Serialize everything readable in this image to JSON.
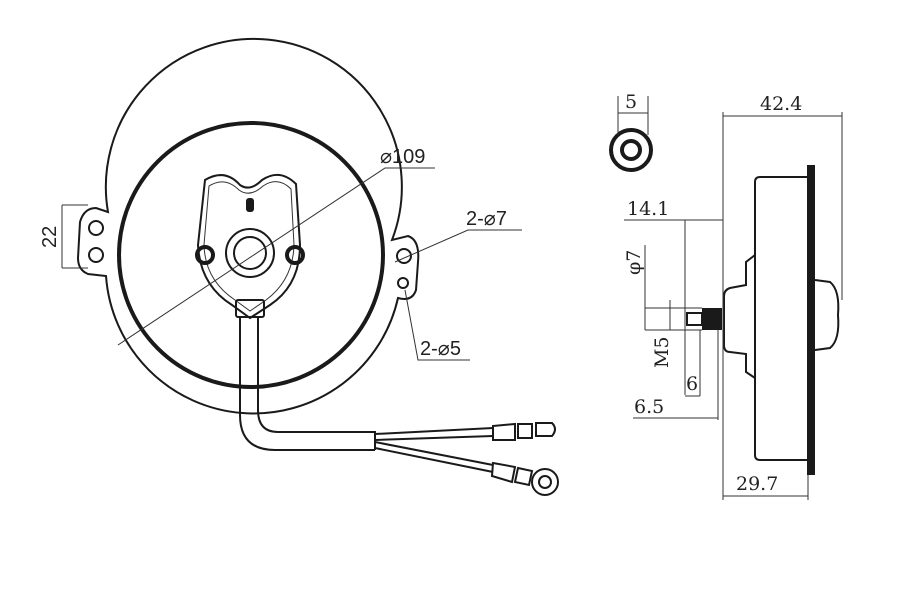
{
  "front_view": {
    "diameter_label": "⌀109",
    "mount_hole_label": "2-⌀7",
    "small_hole_label": "2-⌀5",
    "ear_spacing_label": "22"
  },
  "nut_view": {
    "width_label": "5"
  },
  "side_view": {
    "overall_length_label": "42.4",
    "body_length_label": "29.7",
    "hub_length_label": "14.1",
    "shaft_dia_label": "φ7",
    "thread_label": "M5",
    "thread_length_label": "6",
    "shaft_length_label": "6.5"
  },
  "colors": {
    "line": "#1a1a1a",
    "background": "#ffffff"
  }
}
